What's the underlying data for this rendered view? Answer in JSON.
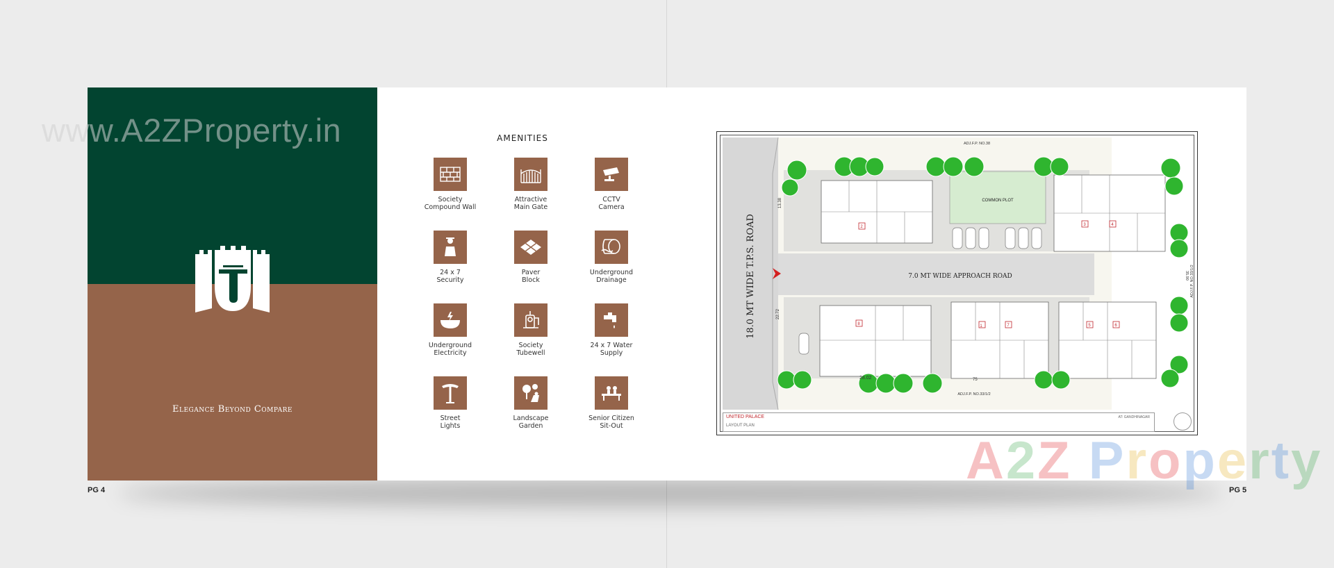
{
  "watermark": "www.A2ZProperty.in",
  "brand_watermark": "A2Z Property",
  "tagline": "Elegance Beyond Compare",
  "page_left": "PG 4",
  "page_right": "PG 5",
  "amenities_title": "AMENITIES",
  "amenities": [
    {
      "icon": "brick-wall-icon",
      "label": "Society\nCompound Wall"
    },
    {
      "icon": "gate-icon",
      "label": "Attractive\nMain Gate"
    },
    {
      "icon": "cctv-camera-icon",
      "label": "CCTV\nCamera"
    },
    {
      "icon": "security-guard-icon",
      "label": "24 x 7\nSecurity"
    },
    {
      "icon": "paver-block-icon",
      "label": "Paver\nBlock"
    },
    {
      "icon": "drainage-pipe-icon",
      "label": "Underground\nDrainage"
    },
    {
      "icon": "electricity-icon",
      "label": "Underground\nElectricity"
    },
    {
      "icon": "tubewell-icon",
      "label": "Society\nTubewell"
    },
    {
      "icon": "water-tap-icon",
      "label": "24 x 7 Water\nSupply"
    },
    {
      "icon": "street-light-icon",
      "label": "Street\nLights"
    },
    {
      "icon": "garden-icon",
      "label": "Landscape\nGarden"
    },
    {
      "icon": "bench-icon",
      "label": "Senior Citizen\nSit-Out"
    }
  ],
  "plan": {
    "main_road": "18.0 MT WIDE T.P.S. ROAD",
    "approach_road": "7.0 MT WIDE APPROACH ROAD",
    "common_plot": "COMMON PLOT",
    "adj_top": "ADJ.F.P. NO.38",
    "adj_bottom": "ADJ.F.P. NO.33/1/2",
    "adj_right": "ADJ.F.P. NO.33/1/2",
    "dim_1": "13.38",
    "dim_2": "22.72",
    "dim_3": "28.02",
    "dim_4": "75",
    "dim_5": "35.90",
    "units": [
      "1",
      "2",
      "3",
      "4",
      "5",
      "6",
      "7",
      "8"
    ],
    "project": "UNITED PALACE",
    "sheet": "LAYOUT PLAN",
    "location": "AT: GANDHINAGAR"
  },
  "colors": {
    "green": "#024430",
    "brown": "#95644a",
    "tree": "#2fb52f"
  }
}
